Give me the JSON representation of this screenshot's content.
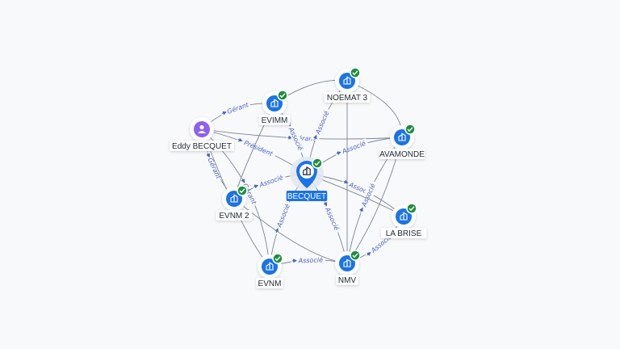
{
  "nodes": [
    {
      "id": "eddy",
      "label": "Eddy BECQUET",
      "kind": "person"
    },
    {
      "id": "evimm",
      "label": "EVIMM",
      "kind": "company"
    },
    {
      "id": "noemat",
      "label": "NOEMAT 3",
      "kind": "company"
    },
    {
      "id": "avamonde",
      "label": "AVAMONDE",
      "kind": "company"
    },
    {
      "id": "becquet",
      "label": "BECQUET",
      "kind": "main"
    },
    {
      "id": "evnm2",
      "label": "EVNM 2",
      "kind": "company"
    },
    {
      "id": "labrise",
      "label": "LA BRISE",
      "kind": "company"
    },
    {
      "id": "evnm",
      "label": "EVNM",
      "kind": "company"
    },
    {
      "id": "nmv",
      "label": "NMV",
      "kind": "company"
    }
  ],
  "edges": [
    {
      "from": "eddy",
      "to": "evimm",
      "label": "Gérant"
    },
    {
      "from": "eddy",
      "to": "avamonde",
      "label": "Gérant"
    },
    {
      "from": "eddy",
      "to": "becquet",
      "label": "Président"
    },
    {
      "from": "eddy",
      "to": "evnm2",
      "label": "Gérant"
    },
    {
      "from": "eddy",
      "to": "evnm",
      "label": "Gérant"
    },
    {
      "from": "evimm",
      "to": "becquet",
      "label": "Associé"
    },
    {
      "from": "noemat",
      "to": "becquet",
      "label": "Associé"
    },
    {
      "from": "avamonde",
      "to": "becquet",
      "label": "Associé"
    },
    {
      "from": "becquet",
      "to": "evnm2",
      "label": "Associé"
    },
    {
      "from": "becquet",
      "to": "labrise",
      "label": "Associé"
    },
    {
      "from": "becquet",
      "to": "evnm",
      "label": "Associé"
    },
    {
      "from": "becquet",
      "to": "nmv",
      "label": "Associé"
    },
    {
      "from": "nmv",
      "to": "evnm",
      "label": "Associé"
    },
    {
      "from": "nmv",
      "to": "labrise",
      "label": "Associé"
    },
    {
      "from": "nmv",
      "to": "avamonde",
      "label": "Associé"
    }
  ],
  "colors": {
    "accent": "#1a73e8",
    "person": "#8e5ff0",
    "verified": "#1e8e3e",
    "edge": "#7b8494",
    "edge_label": "#4a63c9"
  },
  "icons": {
    "company": "building-icon",
    "person": "person-icon",
    "verified": "check-badge-icon"
  }
}
